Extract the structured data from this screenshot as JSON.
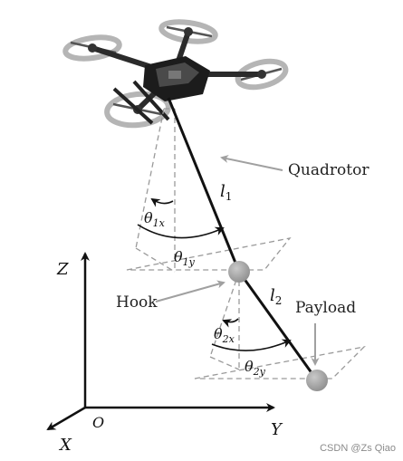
{
  "labels": {
    "quadrotor": "Quadrotor",
    "hook": "Hook",
    "payload": "Payload"
  },
  "symbols": {
    "l1": {
      "base": "l",
      "sub": "1"
    },
    "l2": {
      "base": "l",
      "sub": "2"
    },
    "theta_1x": {
      "base": "θ",
      "sub": "1x"
    },
    "theta_1y": {
      "base": "θ",
      "sub": "1y"
    },
    "theta_2x": {
      "base": "θ",
      "sub": "2x"
    },
    "theta_2y": {
      "base": "θ",
      "sub": "2y"
    }
  },
  "axes": {
    "x": "X",
    "y": "Y",
    "z": "Z",
    "origin": "O"
  },
  "watermark": "CSDN @Zs Qiao",
  "colors": {
    "cable": "#111111",
    "dashed": "#9a9a9a",
    "pointer": "#a0a0a0",
    "mass": "#9b9b9b",
    "text": "#222222"
  },
  "icons": {
    "drone": "quadrotor-drone-icon"
  }
}
